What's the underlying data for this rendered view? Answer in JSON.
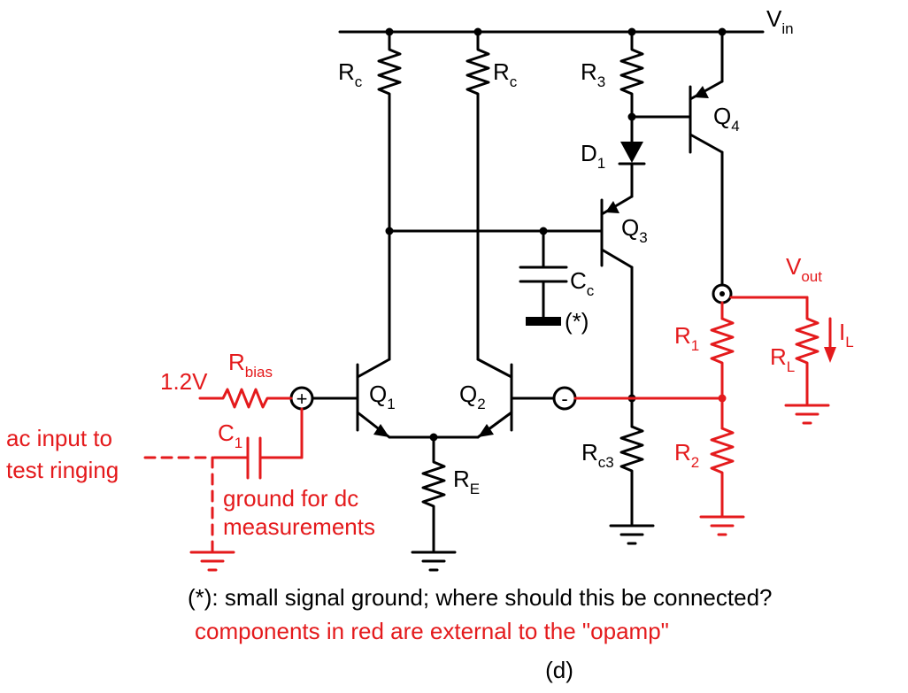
{
  "labels": {
    "vin_main": "V",
    "vin_sub": "in",
    "rc_left_main": "R",
    "rc_left_sub": "c",
    "rc_right_main": "R",
    "rc_right_sub": "c",
    "r3_main": "R",
    "r3_sub": "3",
    "q4_main": "Q",
    "q4_sub": "4",
    "d1_main": "D",
    "d1_sub": "1",
    "q3_main": "Q",
    "q3_sub": "3",
    "cc_main": "C",
    "cc_sub": "c",
    "star_note": "(*)",
    "vout_main": "V",
    "vout_sub": "out",
    "il_main": "I",
    "il_sub": "L",
    "r1_main": "R",
    "r1_sub": "1",
    "rl_main": "R",
    "rl_sub": "L",
    "r2_main": "R",
    "r2_sub": "2",
    "rc3_main": "R",
    "rc3_sub": "c3",
    "re_main": "R",
    "re_sub": "E",
    "q1_main": "Q",
    "q1_sub": "1",
    "q2_main": "Q",
    "q2_sub": "2",
    "rbias_main": "R",
    "rbias_sub": "bias",
    "bias_voltage": "1.2V",
    "c1_main": "C",
    "c1_sub": "1",
    "ac_input_line1": "ac input to",
    "ac_input_line2": "test ringing",
    "ground_line1": "ground for dc",
    "ground_line2": "measurements",
    "plus_terminal": "+",
    "minus_terminal": "-"
  },
  "notes": {
    "line1": "(*): small signal ground; where should this be connected?",
    "line2": "components in red are external to the \"opamp\"",
    "caption": "(d)"
  },
  "colors": {
    "internal": "#000000",
    "external": "#e41a1c"
  }
}
